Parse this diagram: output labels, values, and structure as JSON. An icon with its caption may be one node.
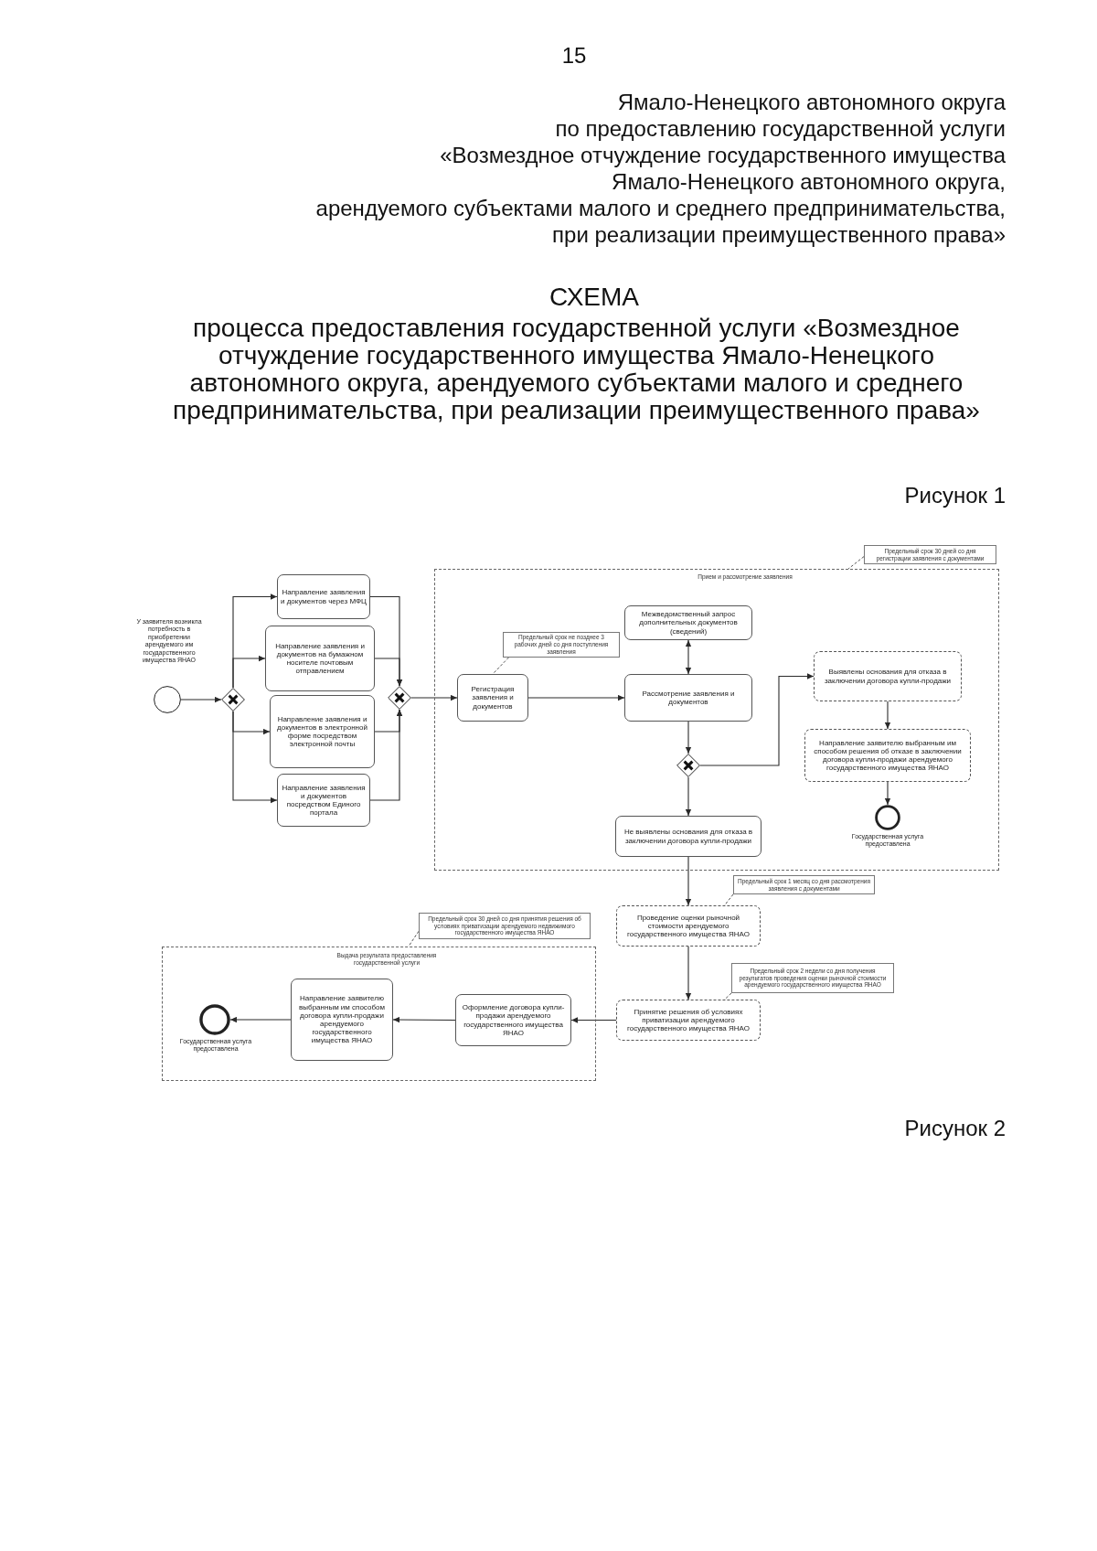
{
  "diagram": {
    "title": "СХЕМА",
    "nodes": [
      {
        "text": [],
        "shape": "circle",
        "beside": [
          "У заявителя возникла потребность в приобретении арендуемого им государственного имущества ЯНАО"
        ]
      },
      {
        "text": [],
        "shape": "diamond"
      },
      {
        "text": [
          "Направление заявления и документов через МФЦ"
        ]
      },
      {
        "text": [
          "Направление заявления и документов на бумажном носителе почтовым отправлением"
        ]
      },
      {
        "text": [
          "Направление заявления и документов в электронной форме посредством электронной почты"
        ]
      },
      {
        "text": [
          "Направление заявления и документов посредством Единого портала"
        ]
      },
      {
        "text": [],
        "shape": "diamond"
      },
      {
        "text": [
          "Прием и рассмотрение заявления"
        ]
      },
      {
        "text": [
          "Предельный срок 30 дней со дня регистрации заявления с документами"
        ]
      },
      {
        "text": [
          "Регистрация заявления и документов"
        ],
        "in": 7
      },
      {
        "text": [
          "Предельный срок не позднее 3 рабочих дней со дня поступления заявления"
        ],
        "in": 7
      },
      {
        "text": [
          "Межведомственный запрос дополнительных документов (сведений)"
        ],
        "in": 7
      },
      {
        "text": [
          "Рассмотрение заявления и документов"
        ],
        "in": 7
      },
      {
        "text": [],
        "shape": "diamond",
        "in": 7
      },
      {
        "text": [
          "Выявлены основания для отказа в заключении договора купли-продажи"
        ],
        "in": 7
      },
      {
        "text": [
          "Направление заявителю выбранным им способом решения об отказе в заключении договора купли-продажи арендуемого государственного имущества ЯНАО"
        ],
        "in": 7
      },
      {
        "text": [],
        "shape": "circle",
        "in": 7,
        "beside": [
          "Государственная услуга предоставлена"
        ]
      },
      {
        "text": [
          "Не выявлены основания для отказа в заключении договора купли-продажи"
        ],
        "in": 7
      },
      {
        "text": [
          "Предельный срок 1 месяц со дня рассмотрения заявления с документами"
        ]
      },
      {
        "text": [
          "Проведение оценки рыночной стоимости арендуемого государственного имущества ЯНАО"
        ]
      },
      {
        "text": [
          "Предельный срок 2 недели со дня получения результатов проведения оценки рыночной стоимости арендуемого государственного имущества ЯНАО"
        ]
      },
      {
        "text": [
          "Принятие решения об условиях приватизации арендуемого государственного имущества ЯНАО"
        ]
      },
      {
        "text": [
          "Выдача результата предоставления государственной услуги"
        ]
      },
      {
        "text": [
          "Предельный срок 30 дней со дня принятия решения об условиях приватизации арендуемого недвижимого государственного имущества ЯНАО"
        ]
      },
      {
        "text": [
          "Оформление договора купли-продажи арендуемого государственного имущества ЯНАО"
        ],
        "in": 22
      },
      {
        "text": [
          "Направление заявителю выбранным им способом договора купли-продажи арендуемого государственного имущества ЯНАО"
        ],
        "in": 22
      },
      {
        "text": [],
        "shape": "circle",
        "in": 22,
        "beside": [
          "Государственная услуга предоставлена"
        ]
      }
    ],
    "edges": [
      {
        "from": 0,
        "to": 1,
        "arrow": "to"
      },
      {
        "from": 1,
        "to": 2,
        "arrow": "to"
      },
      {
        "from": 1,
        "to": 3,
        "arrow": "to"
      },
      {
        "from": 1,
        "to": 4,
        "arrow": "to"
      },
      {
        "from": 1,
        "to": 5,
        "arrow": "to"
      },
      {
        "from": 2,
        "to": 6,
        "arrow": "to"
      },
      {
        "from": 3,
        "to": 6,
        "arrow": "to"
      },
      {
        "from": 4,
        "to": 6,
        "arrow": "to"
      },
      {
        "from": 5,
        "to": 6,
        "arrow": "to"
      },
      {
        "from": 6,
        "to": 9,
        "arrow": "to"
      },
      {
        "from": 9,
        "to": 12,
        "arrow": "to"
      },
      {
        "from": 12,
        "to": 11,
        "arrow": "both"
      },
      {
        "from": 12,
        "to": 13,
        "arrow": "to"
      },
      {
        "from": 13,
        "to": 14,
        "arrow": "to"
      },
      {
        "from": 14,
        "to": 15,
        "arrow": "to"
      },
      {
        "from": 15,
        "to": 16,
        "arrow": "to"
      },
      {
        "from": 13,
        "to": 17,
        "arrow": "to"
      },
      {
        "from": 17,
        "to": 19,
        "arrow": "to"
      },
      {
        "from": 19,
        "to": 21,
        "arrow": "to"
      },
      {
        "from": 21,
        "to": 24,
        "arrow": "to"
      },
      {
        "from": 24,
        "to": 25,
        "arrow": "to"
      },
      {
        "from": 25,
        "to": 26,
        "arrow": "to"
      },
      {
        "from": 8,
        "to": 7,
        "arrow": "none",
        "style": "dashed"
      },
      {
        "from": 10,
        "to": 9,
        "arrow": "none",
        "style": "dashed"
      },
      {
        "from": 18,
        "to": 19,
        "arrow": "none",
        "style": "dashed"
      },
      {
        "from": 20,
        "to": 21,
        "arrow": "none",
        "style": "dashed"
      },
      {
        "from": 23,
        "to": 22,
        "arrow": "none",
        "style": "dashed"
      }
    ],
    "labels": [
      "15",
      "Ямало-Ненецкого автономного округа",
      "по предоставлению государственной услуги",
      "«Возмездное отчуждение государственного имущества",
      "Ямало-Ненецкого автономного округа,",
      "арендуемого субъектами малого и среднего предпринимательства,",
      "при реализации преимущественного права»",
      "процесса предоставления государственной услуги «Возмездное отчуждение государственного имущества Ямало-Ненецкого автономного округа, арендуемого субъектами малого и среднего предпринимательства, при реализации преимущественного права»",
      "Рисунок 1",
      "Рисунок 2"
    ]
  }
}
